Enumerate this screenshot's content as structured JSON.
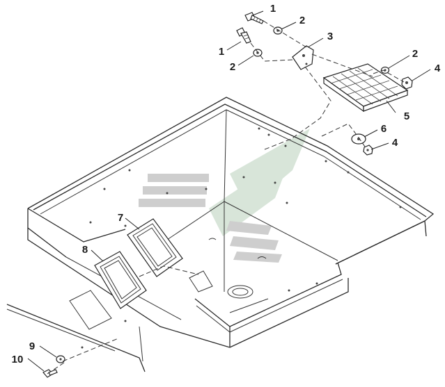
{
  "diagram": {
    "callouts": [
      {
        "id": "c1a",
        "label": "1"
      },
      {
        "id": "c2a",
        "label": "2"
      },
      {
        "id": "c1b",
        "label": "1"
      },
      {
        "id": "c2b",
        "label": "2"
      },
      {
        "id": "c3",
        "label": "3"
      },
      {
        "id": "c2c",
        "label": "2"
      },
      {
        "id": "c4a",
        "label": "4"
      },
      {
        "id": "c5",
        "label": "5"
      },
      {
        "id": "c6",
        "label": "6"
      },
      {
        "id": "c4b",
        "label": "4"
      },
      {
        "id": "c7",
        "label": "7"
      },
      {
        "id": "c8",
        "label": "8"
      },
      {
        "id": "c9",
        "label": "9"
      },
      {
        "id": "c10",
        "label": "10"
      }
    ],
    "colors": {
      "line": "#2a2a2a",
      "watermark_gray": "#c8c8c8",
      "watermark_green": "#cfe0d0"
    }
  }
}
